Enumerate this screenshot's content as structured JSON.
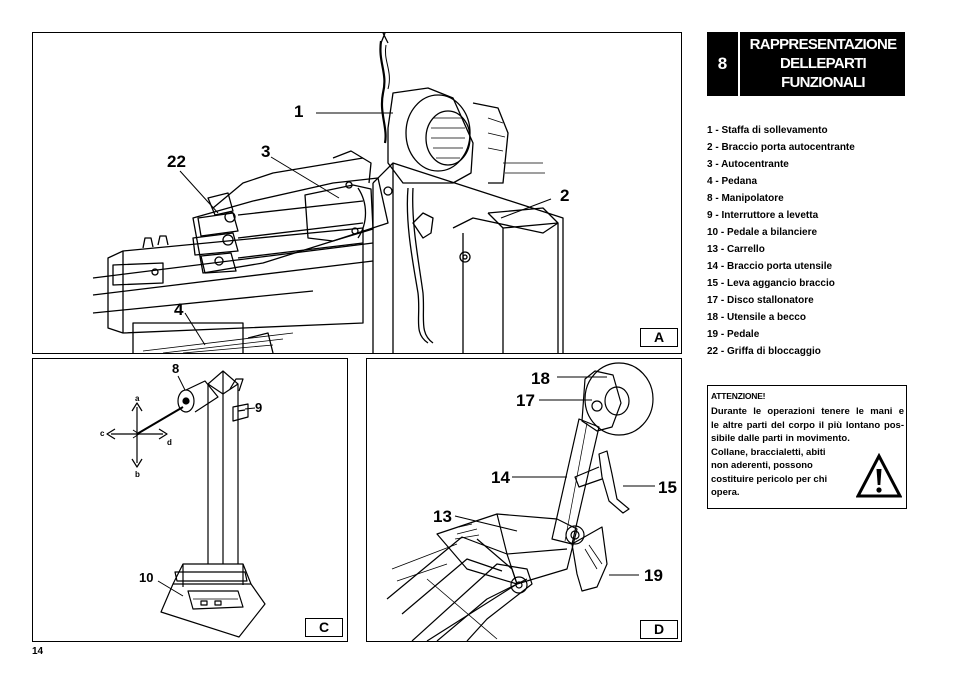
{
  "section": {
    "number": "8",
    "title_lines": [
      "RAPPRESENTAZIONE",
      "DELLEPARTI",
      "FUNZIONALI"
    ]
  },
  "legend": [
    "1 - Staffa di sollevamento",
    "2 - Braccio porta autocentrante",
    "3 - Autocentrante",
    "4 - Pedana",
    "8 - Manipolatore",
    "9 - Interruttore a levetta",
    "10 - Pedale a bilanciere",
    "13 - Carrello",
    "14 - Braccio porta utensile",
    "15 - Leva aggancio braccio",
    "17 - Disco stallonatore",
    "18 - Utensile a becco",
    "19 - Pedale",
    "22 - Griffa di bloccaggio"
  ],
  "warning": {
    "title": "ATTENZIONE!",
    "full_lines": [
      "Durante le operazioni tenere le mani e",
      "le altre parti del corpo il più lontano pos-",
      "sibile dalle parti in movimento."
    ],
    "short_lines": [
      "Collane, braccialetti, abiti",
      "non aderenti, possono",
      "costituire pericolo per chi",
      "opera."
    ],
    "icon": "warning-triangle-icon"
  },
  "figures": {
    "a": {
      "tag": "A",
      "callouts": [
        "1",
        "3",
        "22",
        "2",
        "4"
      ]
    },
    "c": {
      "tag": "C",
      "callouts": [
        "8",
        "9",
        "10"
      ],
      "directions": [
        "a",
        "b",
        "c",
        "d"
      ]
    },
    "d": {
      "tag": "D",
      "callouts": [
        "18",
        "17",
        "14",
        "15",
        "13",
        "19"
      ]
    }
  },
  "page_number": "14"
}
